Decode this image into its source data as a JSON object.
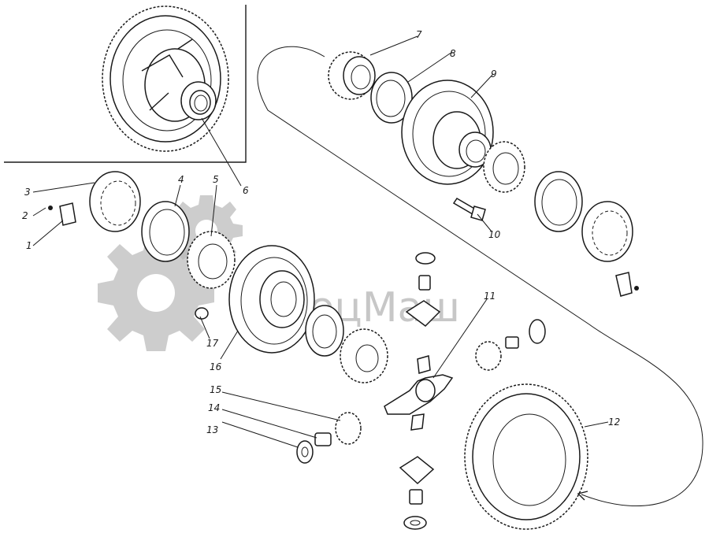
{
  "watermark": {
    "text": "СпецМаш",
    "color": "#b5b5b5"
  },
  "callouts": [
    {
      "id": "1",
      "label": "1"
    },
    {
      "id": "2",
      "label": "2"
    },
    {
      "id": "3",
      "label": "3"
    },
    {
      "id": "4",
      "label": "4"
    },
    {
      "id": "5",
      "label": "5"
    },
    {
      "id": "6",
      "label": "6"
    },
    {
      "id": "7",
      "label": "7"
    },
    {
      "id": "8",
      "label": "8"
    },
    {
      "id": "9",
      "label": "9"
    },
    {
      "id": "10",
      "label": "10"
    },
    {
      "id": "11",
      "label": "11"
    },
    {
      "id": "12",
      "label": "12"
    },
    {
      "id": "13",
      "label": "13"
    },
    {
      "id": "14",
      "label": "14"
    },
    {
      "id": "15",
      "label": "15"
    },
    {
      "id": "16",
      "label": "16"
    },
    {
      "id": "17",
      "label": "17"
    }
  ],
  "colors": {
    "ink": "#1a1a1a",
    "paper": "#ffffff"
  }
}
